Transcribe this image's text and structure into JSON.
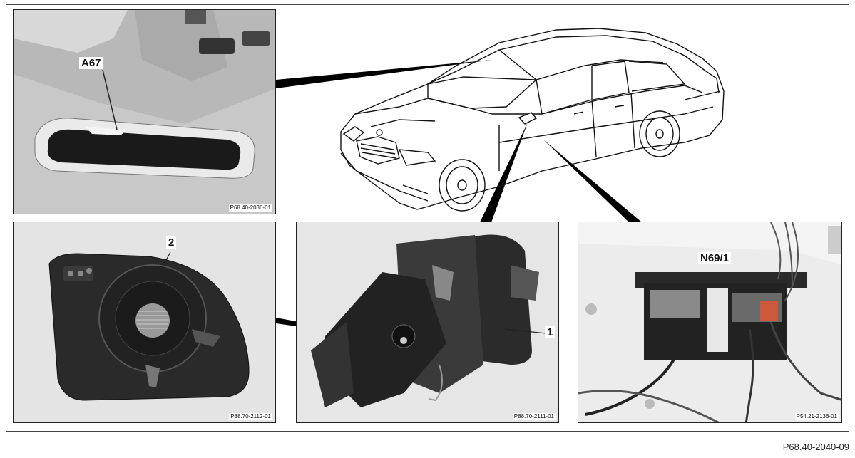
{
  "figure_ref": "P68.40-2040-09",
  "panels": {
    "rearview_mirror": {
      "callout": "A67",
      "photo_ref": "P68.40-2036-01"
    },
    "mirror_glass": {
      "callout": "2",
      "photo_ref": "P88.70-2112-01"
    },
    "mirror_housing": {
      "callout": "1",
      "photo_ref": "P88.70-2111-01"
    },
    "control_module": {
      "callout": "N69/1",
      "photo_ref": "P54.21-2136-01"
    }
  }
}
